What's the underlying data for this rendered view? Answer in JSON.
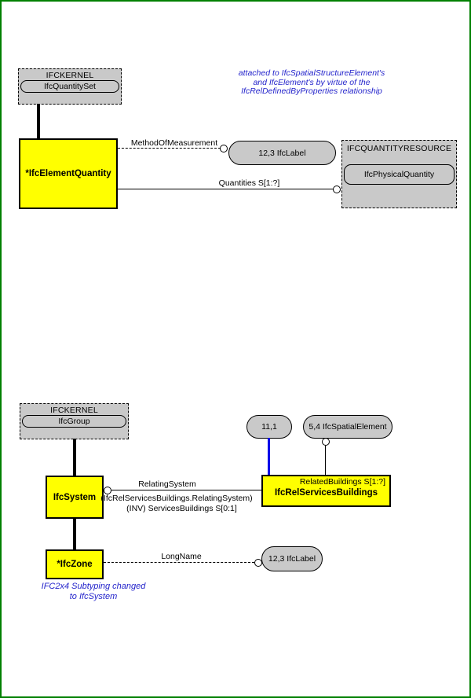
{
  "colors": {
    "page_border": "#008000",
    "entity_fill": "#ffff00",
    "schema_fill": "#c9c9c9",
    "note_text": "#2323cb",
    "page_ref_line": "#0000e8"
  },
  "top_section": {
    "note": {
      "line1": "attached to IfcSpatialStructureElement's",
      "line2": "and IfcElement's by virtue of the",
      "line3": "IfcRelDefinedByProperties relationship"
    },
    "kernel_box": {
      "schema": "IFCKERNEL",
      "type": "IfcQuantitySet"
    },
    "element_quantity": {
      "label": "*IfcElementQuantity"
    },
    "method_edge": {
      "label": "MethodOfMeasurement",
      "target": "12,3 IfcLabel"
    },
    "quantities_edge": {
      "label": "Quantities S[1:?]"
    },
    "quantity_resource_box": {
      "schema": "IFCQUANTITYRESOURCE",
      "type": "IfcPhysicalQuantity"
    }
  },
  "bottom_section": {
    "kernel_box": {
      "schema": "IFCKERNEL",
      "type": "IfcGroup"
    },
    "system": {
      "label": "IfcSystem"
    },
    "zone": {
      "label": "*IfcZone"
    },
    "rel_services_buildings": {
      "label": "IfcRelServicesBuildings",
      "attr_label": "RelatedBuildings S[1:?]"
    },
    "page_ref": {
      "label": "11,1"
    },
    "spatial_element_ref": {
      "label": "5,4 IfcSpatialElement"
    },
    "relating_edge": {
      "label": "RelatingSystem",
      "path": "(IfcRelServicesBuildings.RelatingSystem)",
      "inverse": "(INV) ServicesBuildings S[0:1]"
    },
    "long_name_edge": {
      "label": "LongName",
      "target": "12,3 IfcLabel"
    },
    "note": {
      "line1": "IFC2x4 Subtyping changed",
      "line2": "to IfcSystem"
    }
  }
}
